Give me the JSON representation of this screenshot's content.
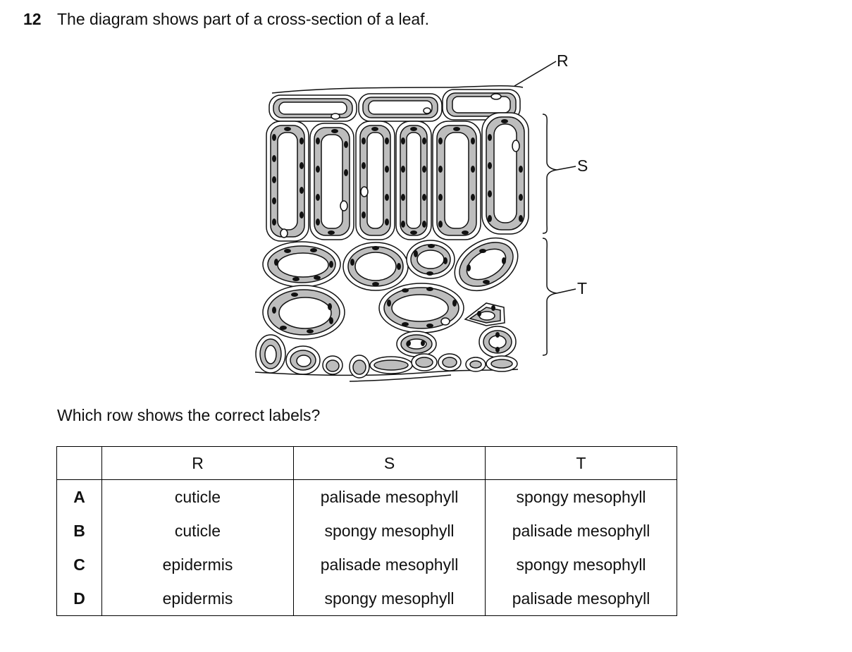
{
  "question": {
    "number": "12",
    "stem": "The diagram shows part of a cross-section of a leaf.",
    "prompt": "Which row shows the correct labels?"
  },
  "diagram": {
    "labels": {
      "r": "R",
      "s": "S",
      "t": "T"
    },
    "colors": {
      "outline": "#111111",
      "cytoplasm": "#bdbdbd",
      "vacuole": "#ffffff"
    }
  },
  "table": {
    "headers": [
      "",
      "R",
      "S",
      "T"
    ],
    "rows": [
      {
        "letter": "A",
        "r": "cuticle",
        "s": "palisade mesophyll",
        "t": "spongy mesophyll"
      },
      {
        "letter": "B",
        "r": "cuticle",
        "s": "spongy mesophyll",
        "t": "palisade mesophyll"
      },
      {
        "letter": "C",
        "r": "epidermis",
        "s": "palisade mesophyll",
        "t": "spongy mesophyll"
      },
      {
        "letter": "D",
        "r": "epidermis",
        "s": "spongy mesophyll",
        "t": "palisade mesophyll"
      }
    ]
  }
}
